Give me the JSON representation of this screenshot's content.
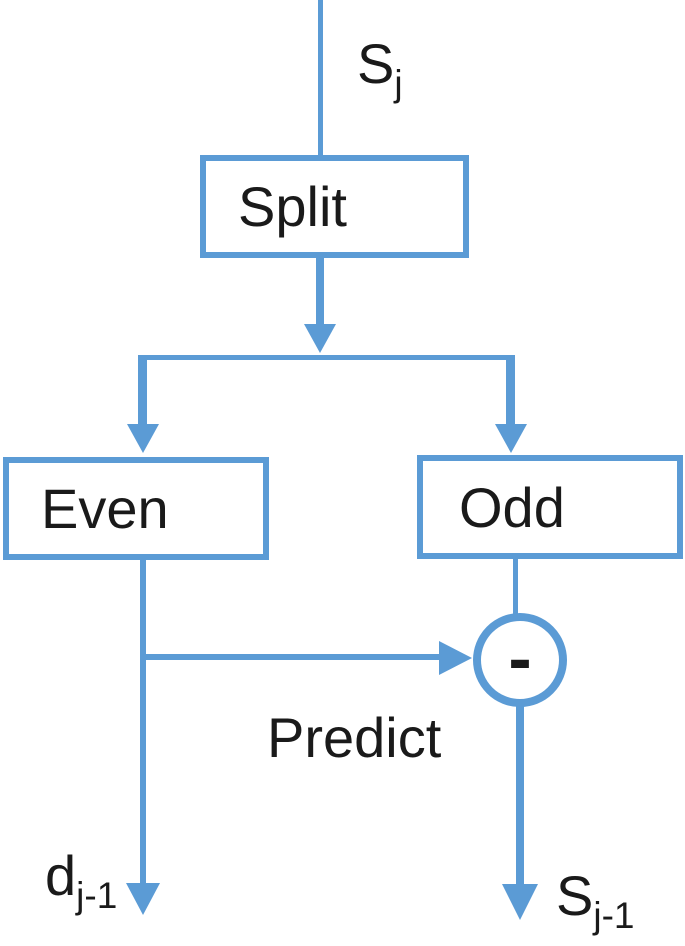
{
  "colors": {
    "accent_blue": "#5B9BD5",
    "text": "#1A1A1A",
    "background": "#FFFFFF"
  },
  "nodes": {
    "input_signal": {
      "base": "S",
      "subscript": "j"
    },
    "split": {
      "label": "Split"
    },
    "even": {
      "label": "Even"
    },
    "odd": {
      "label": "Odd"
    },
    "minus_operator": {
      "symbol": "-"
    },
    "predict": {
      "label": "Predict"
    },
    "detail_output": {
      "base": "d",
      "subscript": "j-1"
    },
    "approximation_output": {
      "base": "S",
      "subscript": "j-1"
    }
  }
}
